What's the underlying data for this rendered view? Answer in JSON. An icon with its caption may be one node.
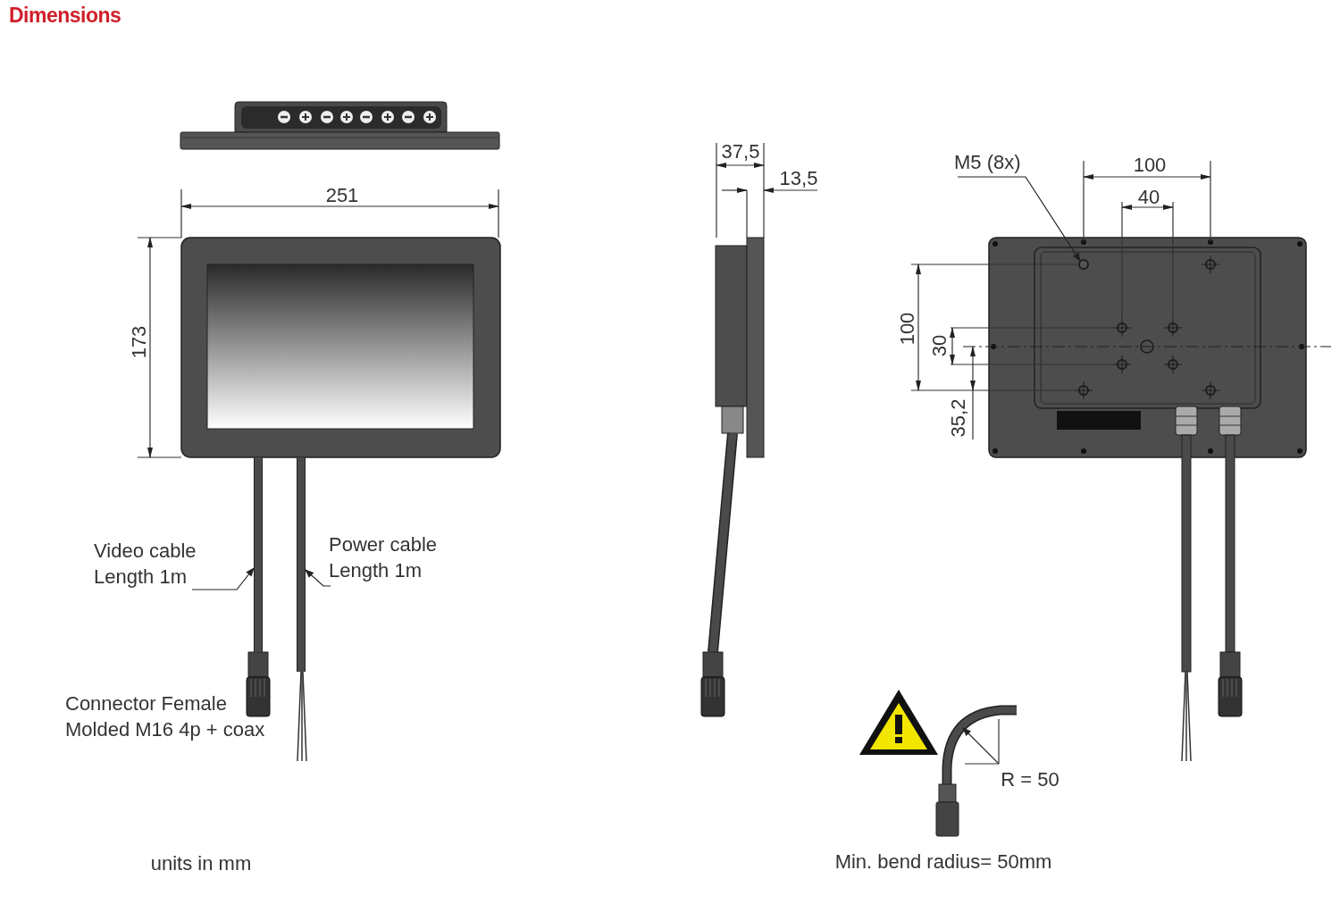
{
  "diagram": {
    "title": "Dimensions",
    "nodes": [
      {
        "text": [
          "Video cable Length 1m"
        ]
      },
      {
        "text": [],
        "shape": "cable"
      },
      {
        "text": [
          "Power cable Length 1m"
        ]
      },
      {
        "text": [],
        "shape": "cable"
      },
      {
        "text": [
          "M5 (8x)"
        ]
      },
      {
        "text": [],
        "shape": "circle"
      }
    ],
    "edges": [
      {
        "from": 0,
        "to": 1,
        "arrow": "to"
      },
      {
        "from": 2,
        "to": 3,
        "arrow": "to"
      },
      {
        "from": 4,
        "to": 5,
        "arrow": "to"
      }
    ],
    "labels": [
      "251",
      "173",
      "37,5",
      "13,5",
      "100",
      "40",
      "100",
      "30",
      "35,2",
      "Connector Female Molded M16 4p + coax",
      "units in mm",
      "R = 50",
      "Min. bend radius= 50mm"
    ]
  }
}
